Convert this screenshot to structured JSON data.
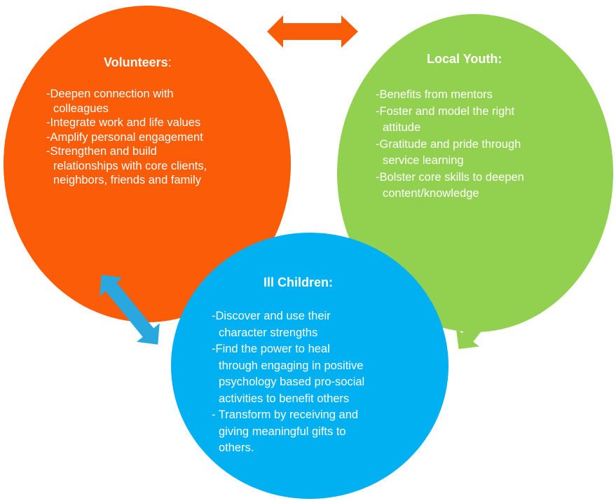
{
  "colors": {
    "volunteers": "#FA5C08",
    "local_youth": "#92D050",
    "children": "#00B0F0",
    "text": "#FFFFFF"
  },
  "volunteers": {
    "title": "Volunteers",
    "title_suffix": ":",
    "items": [
      [
        "-Deepen connection  with",
        "colleagues"
      ],
      [
        "-Integrate work and life values"
      ],
      [
        "-Amplify personal engagement"
      ],
      [
        "-Strengthen and build",
        "relationships  with core clients,",
        "neighbors, friends and family"
      ]
    ]
  },
  "local_youth": {
    "title": "Local Youth:",
    "items": [
      [
        "-Benefits from mentors"
      ],
      [
        "-Foster and model the right",
        "attitude"
      ],
      [
        "-Gratitude and pride through",
        "service learning"
      ],
      [
        "-Bolster core skills to deepen",
        "content/knowledge"
      ]
    ]
  },
  "children": {
    "title": "Ill  Children:",
    "items": [
      [
        "-Discover and use their",
        "character strengths"
      ],
      [
        "-Find the power to heal",
        "through  engaging  in positive",
        "psychology based pro-social",
        "activities to benefit others"
      ],
      [
        "- Transform by receiving  and",
        " giving  meaningful  gifts to",
        " others."
      ]
    ]
  },
  "arrows": [
    {
      "name": "volunteers-youth-arrow",
      "color": "#FA5C08",
      "direction": "bidirectional"
    },
    {
      "name": "volunteers-children-arrow",
      "color": "#29A8E0",
      "direction": "bidirectional"
    },
    {
      "name": "youth-children-arrow",
      "color": "#92D050",
      "direction": "bidirectional"
    }
  ]
}
